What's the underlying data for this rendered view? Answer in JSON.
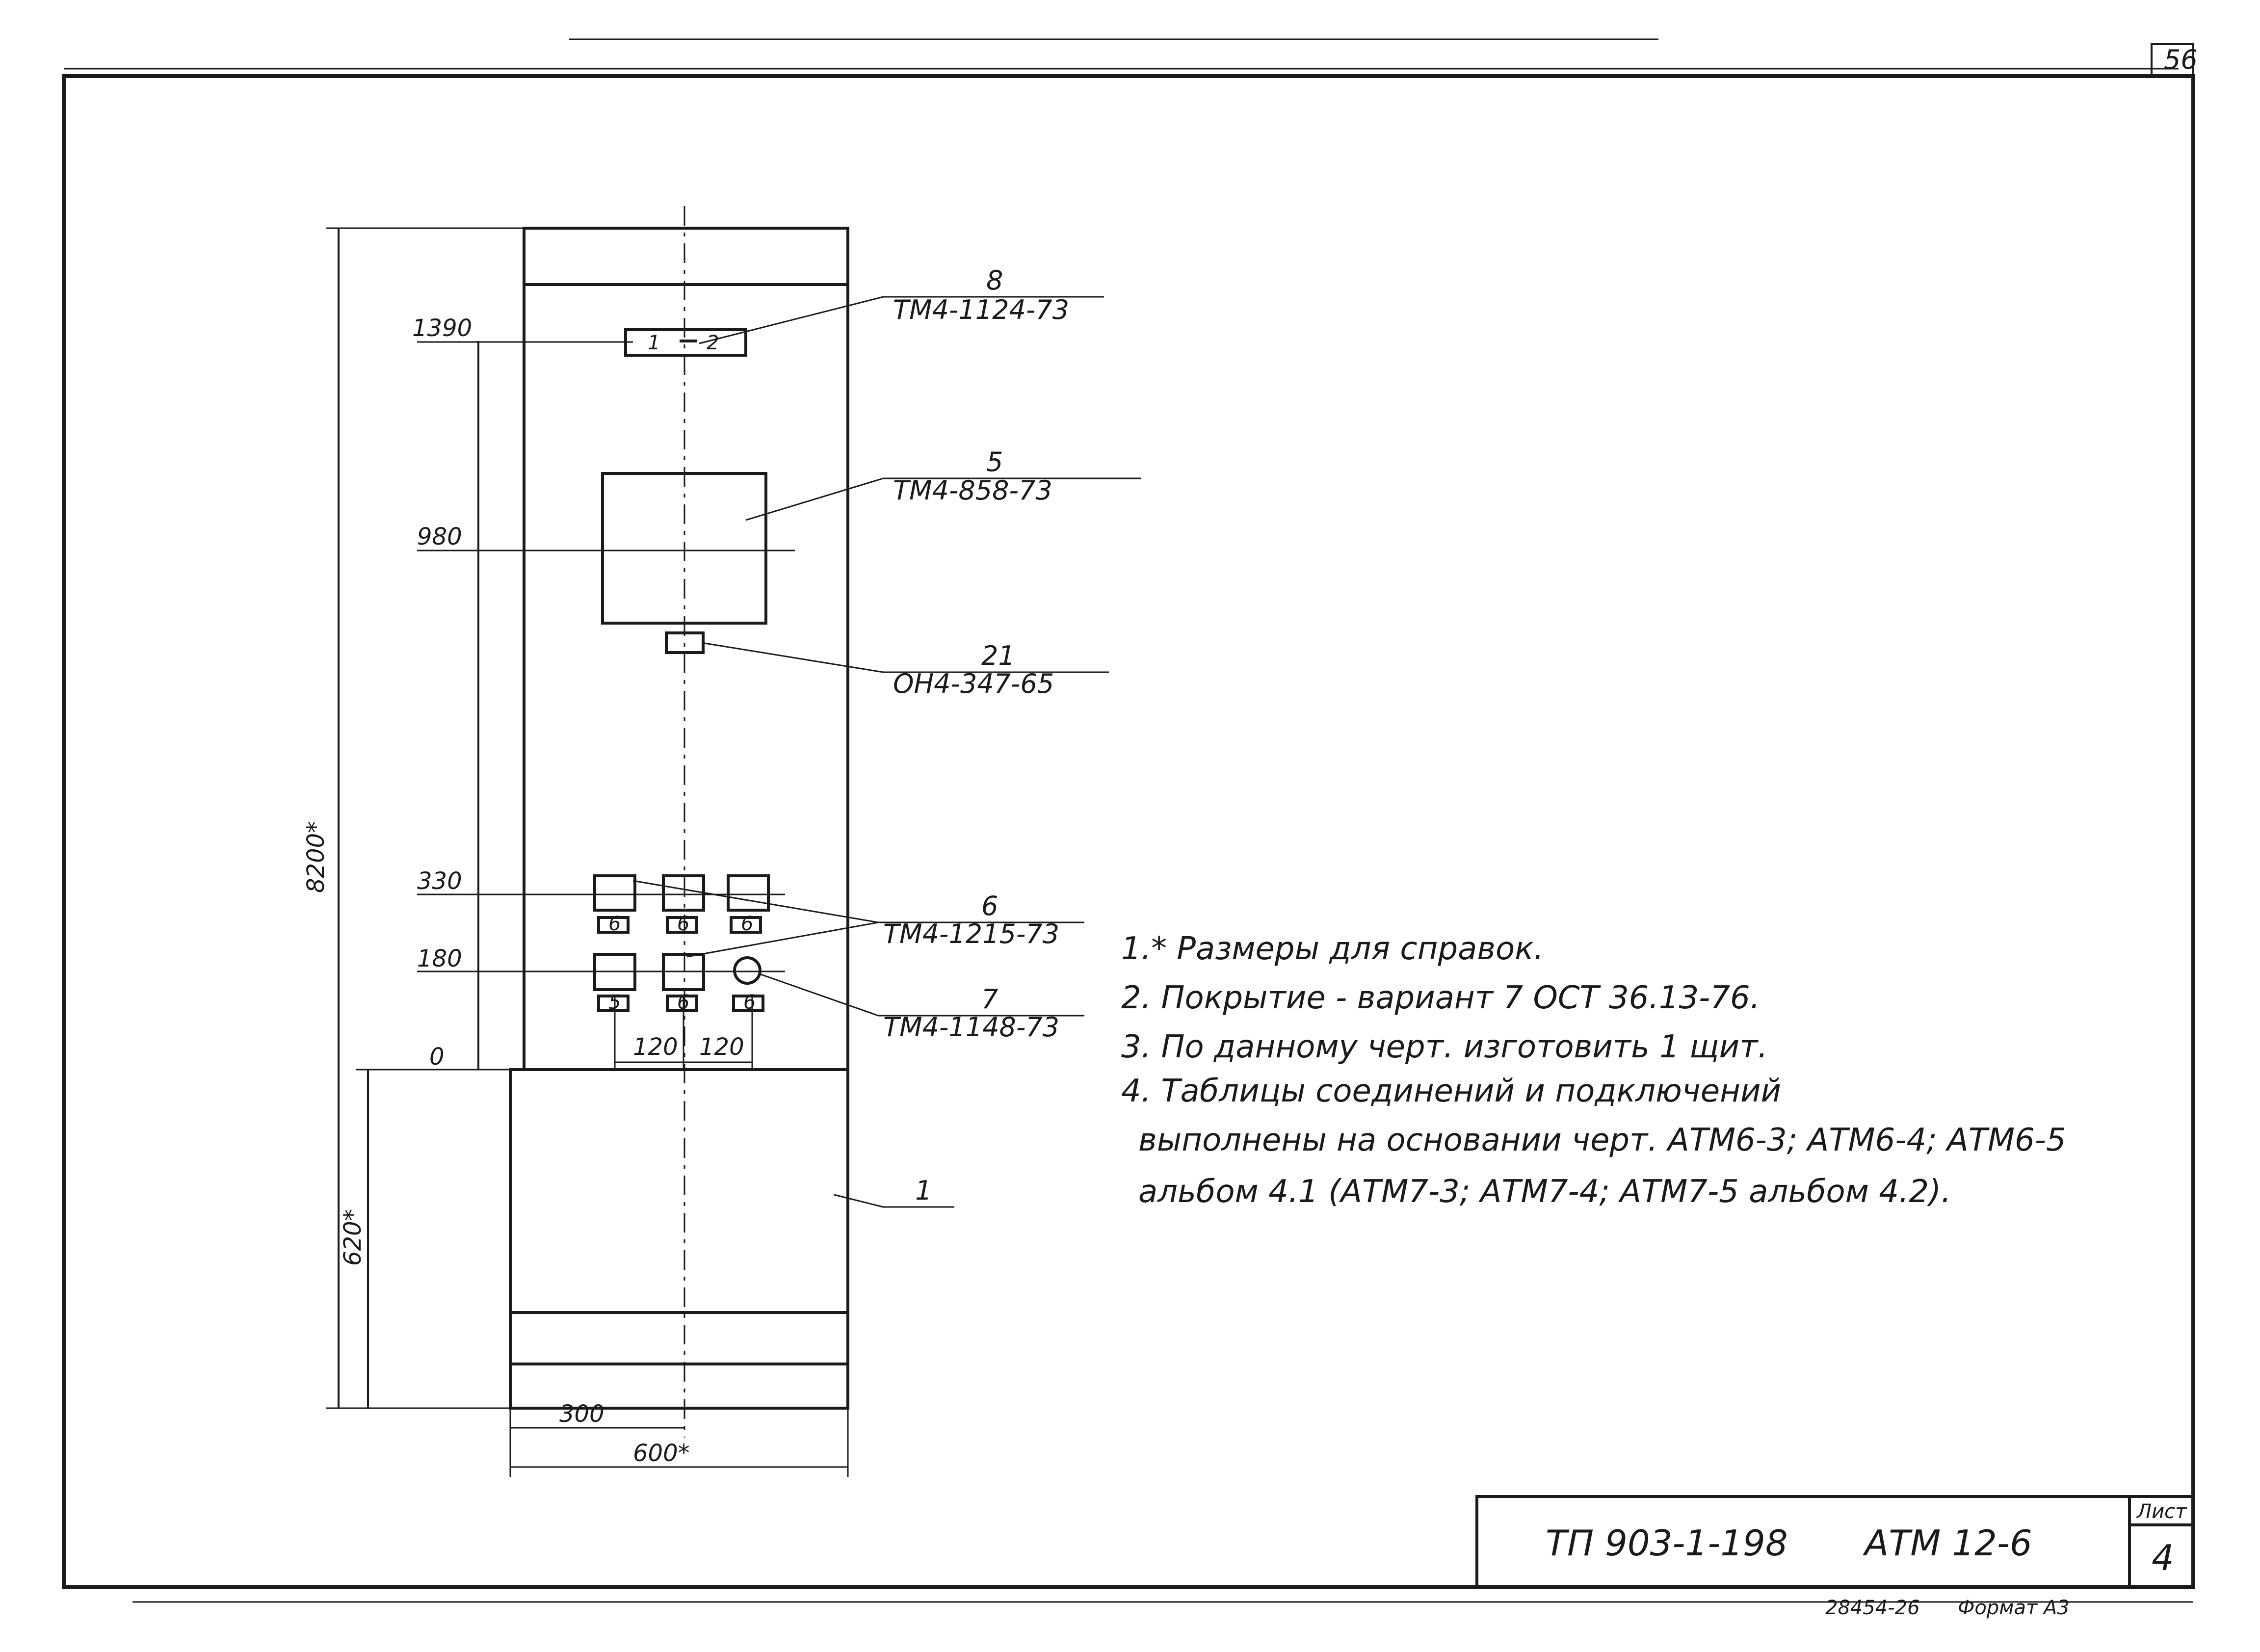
{
  "sheet_number_corner": "56",
  "dimensions": {
    "overall_height": "8200*",
    "base_height": "620*",
    "level_1390": "1390",
    "level_980": "980",
    "level_330": "330",
    "level_180": "180",
    "level_0": "0",
    "spacing_a": "120",
    "spacing_b": "120",
    "half_width": "300",
    "total_width": "600*"
  },
  "callouts": [
    {
      "id": "8",
      "ref": "TM4-1124-73"
    },
    {
      "id": "5",
      "ref": "TM4-858-73"
    },
    {
      "id": "21",
      "ref": "ОН4-347-65"
    },
    {
      "id": "6",
      "ref": "TM4-1215-73"
    },
    {
      "id": "7",
      "ref": "TM4-1148-73"
    },
    {
      "id": "1",
      "ref": ""
    }
  ],
  "element_marks": {
    "switch_left": "1",
    "switch_right": "2",
    "label_row1": [
      "6",
      "6",
      "6"
    ],
    "label_row2": [
      "5",
      "6",
      "6"
    ]
  },
  "notes": [
    "1.* Размеры для справок.",
    "2. Покрытие - вариант 7 ОСТ 36.13-76.",
    "3. По данному черт. изготовить 1 щит.",
    "4. Таблицы соединений и подключений",
    "выполнены на основании черт. АТМ6-3; АТМ6-4; АТМ6-5",
    "альбом 4.1 (АТМ7-3; АТМ7-4; АТМ7-5 альбом 4.2)."
  ],
  "title_block": {
    "project": "ТП 903-1-198",
    "drawing": "АТМ 12-6",
    "sheet_label": "Лист",
    "sheet_no": "4"
  },
  "footer": {
    "archive": "28454-26",
    "format": "Формат А3"
  }
}
